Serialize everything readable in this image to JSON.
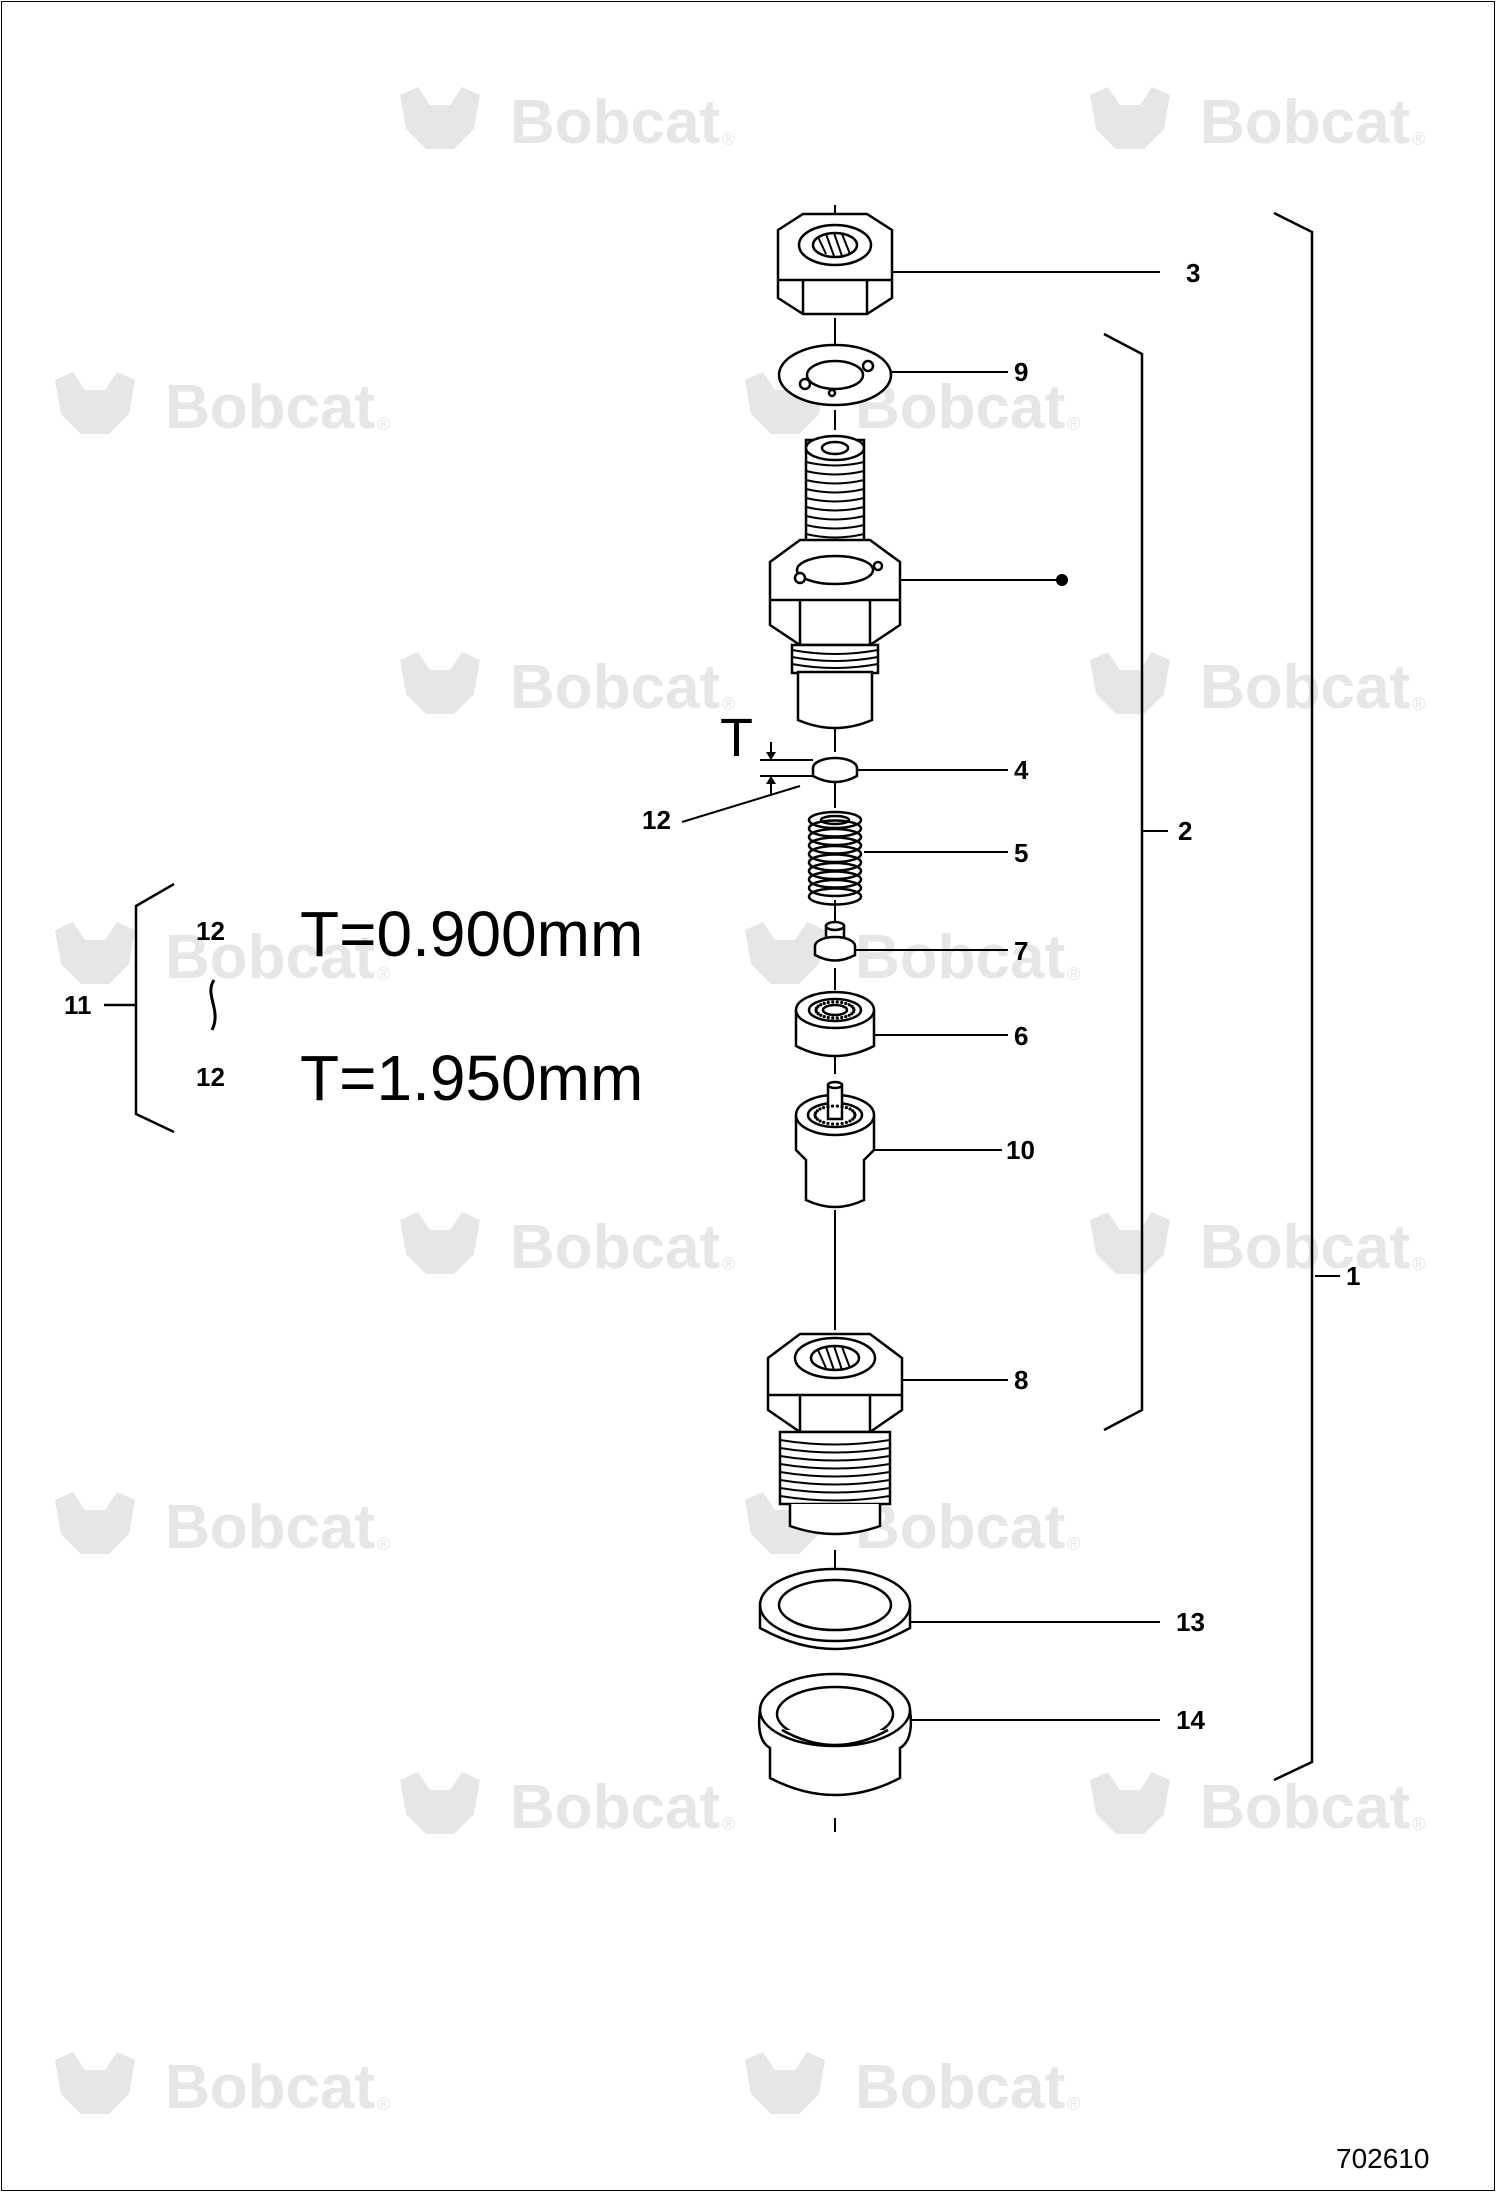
{
  "watermark": {
    "brand": "Bobcat",
    "reg_mark": "®",
    "logo_icon": "bobcat-head-logo"
  },
  "callouts": {
    "c1": "1",
    "c2": "2",
    "c3": "3",
    "c4": "4",
    "c5": "5",
    "c6": "6",
    "c7": "7",
    "c8": "8",
    "c9": "9",
    "c10": "10",
    "c11": "11",
    "c12": "12",
    "c13": "13",
    "c14": "14"
  },
  "thickness": {
    "symbol": "T",
    "group_label": "11",
    "range_start_label": "12",
    "range_end_label": "12",
    "range_separator": "~",
    "min": "T=0.900mm",
    "max": "T=1.950mm"
  },
  "document_number": "702610",
  "colors": {
    "line": "#000000",
    "watermark": "#e6e6e6",
    "background": "#ffffff"
  }
}
